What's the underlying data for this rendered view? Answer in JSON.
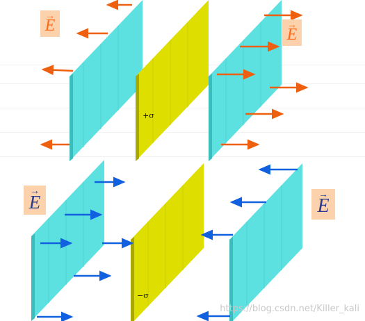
{
  "labels": {
    "e_symbol": "E",
    "e_arrow": "→",
    "top_charge": "+σ",
    "bottom_charge": "−σ",
    "watermark": "https://blog.csdn.net/Killer_kali"
  },
  "colors": {
    "conductor": "#5ce0e0",
    "conductor_edge": "#3cbcbc",
    "charged_sheet": "#dede00",
    "charged_edge": "#a8a800",
    "top_field_arrow": "#ee6010",
    "bottom_field_arrow": "#1060e0",
    "label_bg": "#fbd2ac"
  }
}
